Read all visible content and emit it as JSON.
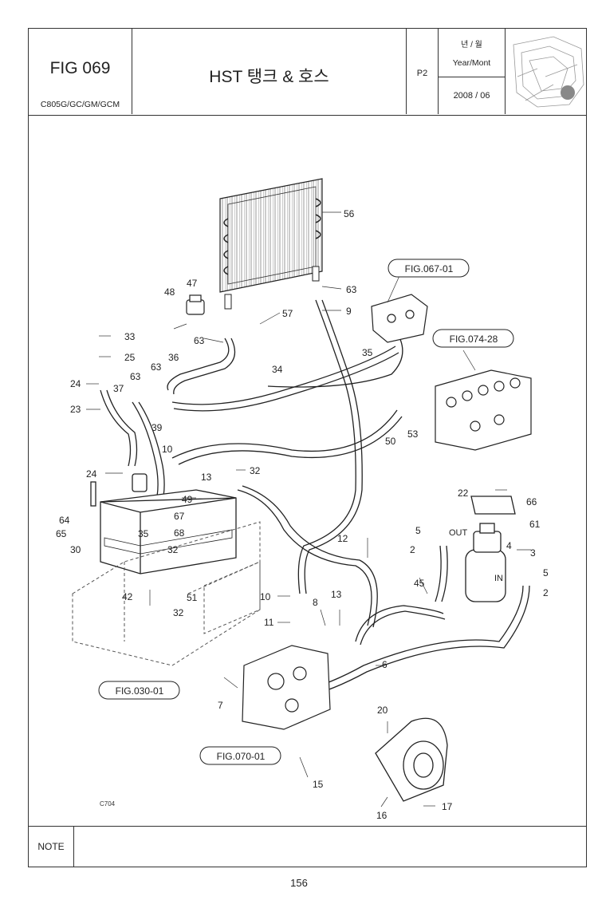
{
  "header": {
    "fig_no": "FIG 069",
    "models": "C805G/GC/GM/GCM",
    "title": "HST 탱크 & 호스",
    "page_code": "P2",
    "year_month_korean": "년 / 월",
    "year_month_label": "Year/Mont",
    "year_month_value": "2008 / 06"
  },
  "callouts": {
    "c2a": "2",
    "c2b": "2",
    "c3": "3",
    "c4": "4",
    "c5a": "5",
    "c5b": "5",
    "c6": "6",
    "c7": "7",
    "c8": "8",
    "c9": "9",
    "c10a": "10",
    "c10b": "10",
    "c11": "11",
    "c12": "12",
    "c13a": "13",
    "c13b": "13",
    "c15": "15",
    "c16": "16",
    "c17": "17",
    "c20": "20",
    "c22": "22",
    "c23": "23",
    "c24a": "24",
    "c24b": "24",
    "c25": "25",
    "c30": "30",
    "c32a": "32",
    "c32b": "32",
    "c32c": "32",
    "c33": "33",
    "c34": "34",
    "c35a": "35",
    "c35b": "35",
    "c36": "36",
    "c37": "37",
    "c39": "39",
    "c42": "42",
    "c45": "45",
    "c47": "47",
    "c48": "48",
    "c49": "49",
    "c50": "50",
    "c51": "51",
    "c53": "53",
    "c56": "56",
    "c57": "57",
    "c61": "61",
    "c63a": "63",
    "c63b": "63",
    "c63c": "63",
    "c63d": "63",
    "c64": "64",
    "c65": "65",
    "c66": "66",
    "c67": "67",
    "c68": "68"
  },
  "fig_refs": {
    "fig067": "FIG.067-01",
    "fig074": "FIG.074-28",
    "fig030": "FIG.030-01",
    "fig070": "FIG.070-01"
  },
  "port_labels": {
    "out": "OUT",
    "in": "IN"
  },
  "drawing_code": "C704",
  "note_label": "NOTE",
  "page_number": "156"
}
